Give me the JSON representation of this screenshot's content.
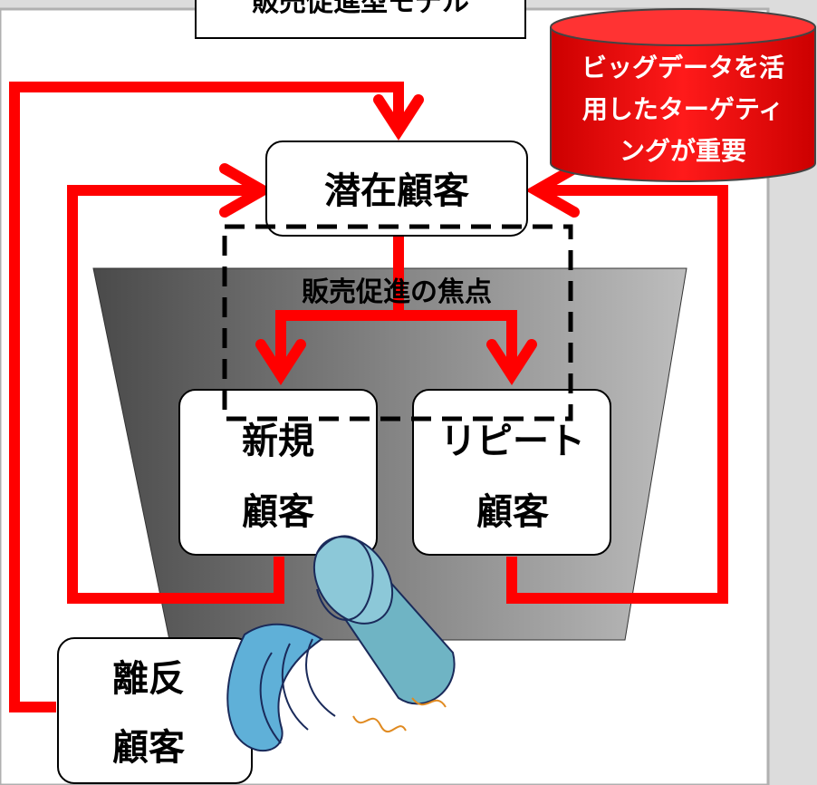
{
  "title": "販売促進型モデル",
  "database_note": {
    "line1": "ビッグデータを活",
    "line2": "用したターゲティ",
    "line3": "ングが重要",
    "color": "#ff0000"
  },
  "nodes": {
    "potential": "潜在顧客",
    "new_line1": "新規",
    "new_line2": "顧客",
    "repeat_line1": "リピート",
    "repeat_line2": "顧客",
    "churn_line1": "離反",
    "churn_line2": "顧客"
  },
  "focus_label": "販売促進の焦点",
  "colors": {
    "arrow": "#ff0000",
    "funnel_dark": "#5a5a5a",
    "funnel_light": "#b8b8b8",
    "background_panel": "#ffffff",
    "outer_bg": "#dcdcdc",
    "water": "#5fb0d8",
    "bucket": "#69aec0"
  },
  "icons": {
    "bucket": "bucket-pouring-water-icon"
  }
}
